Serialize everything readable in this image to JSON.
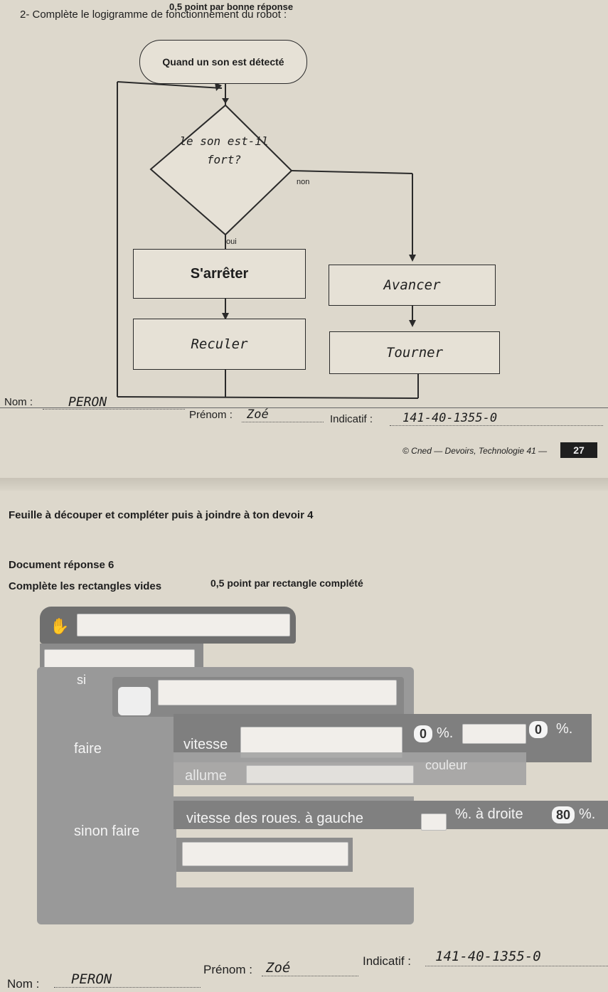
{
  "top": {
    "point_line": "0,5 point par bonne réponse",
    "question": "2- Complète le logigramme de fonctionnement du robot :"
  },
  "flowchart": {
    "start": "Quand un son est détecté",
    "decision": "le son est-il fort?",
    "no_label": "non",
    "yes_label": "oui",
    "box_stop": "S'arrêter",
    "box_forward": "Avancer",
    "box_back": "Reculer",
    "box_turn": "Tourner"
  },
  "identity_top": {
    "nom_label": "Nom :",
    "nom_value": "PERON",
    "prenom_label": "Prénom :",
    "prenom_value": "Zoé",
    "indicatif_label": "Indicatif :",
    "indicatif_value": "141-40-1355-0"
  },
  "footer": {
    "credit": "© Cned — Devoirs, Technologie 41 —",
    "page": "27"
  },
  "sheet": {
    "heading": "Feuille à découper et compléter puis à joindre à ton devoir 4",
    "doc_label": "Document réponse 6",
    "instruction": "Complète les rectangles vides",
    "points": "0,5 point par rectangle complété"
  },
  "blocks": {
    "si": "si",
    "faire": "faire",
    "vitesse": "vitesse",
    "zero1": "0",
    "pct1": "%.",
    "zero2": "0",
    "pct2": "%.",
    "allume": "allume",
    "couleur": "couleur",
    "sinon_faire": "sinon faire",
    "vitesse_roues": "vitesse des roues. à gauche",
    "a_droite": "%. à droite",
    "val80": "80",
    "pct3": "%."
  },
  "identity_bottom": {
    "nom_label": "Nom :",
    "nom_value": "PERON",
    "prenom_label": "Prénom :",
    "prenom_value": "Zoé",
    "indicatif_label": "Indicatif :",
    "indicatif_value": "141-40-1355-0"
  }
}
